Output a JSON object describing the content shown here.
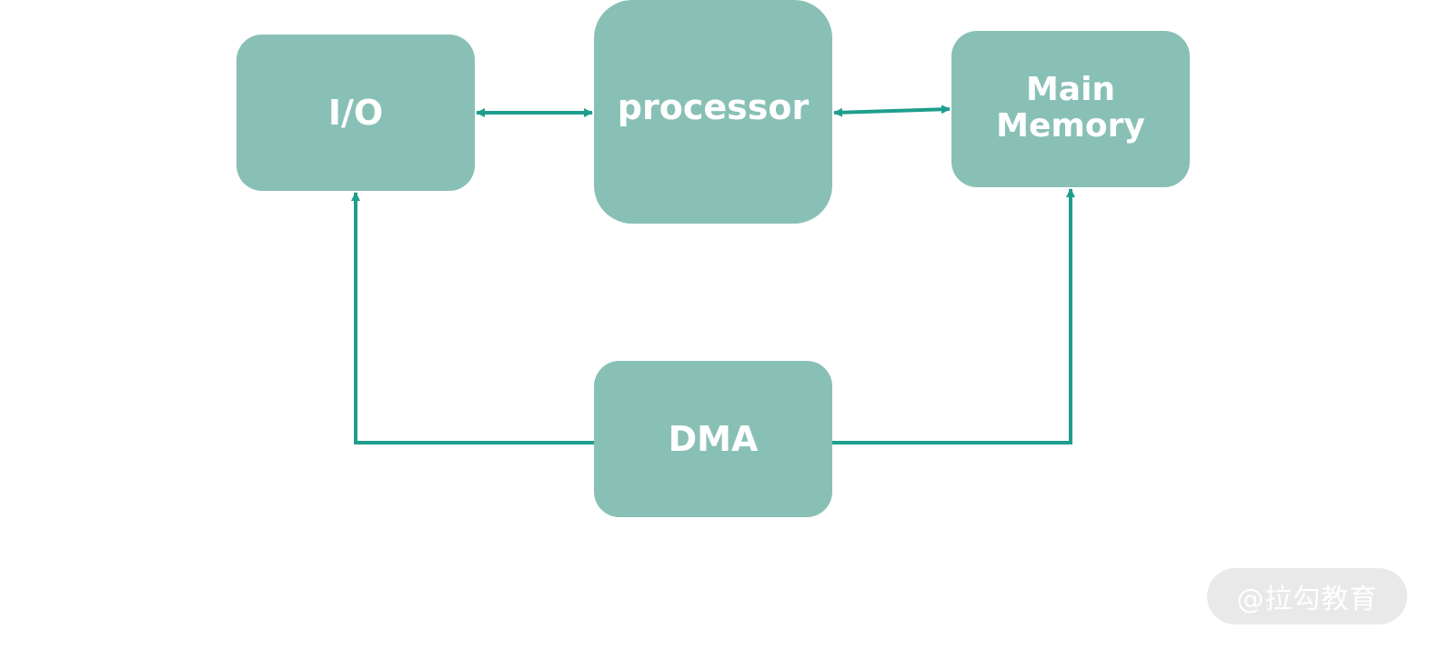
{
  "nodes": {
    "io": {
      "label": "I/O"
    },
    "processor": {
      "label": "processor"
    },
    "memory": {
      "label_line1": "Main",
      "label_line2": "Memory"
    },
    "dma": {
      "label": "DMA"
    }
  },
  "edges": [
    {
      "from": "io",
      "to": "processor",
      "direction": "both"
    },
    {
      "from": "processor",
      "to": "memory",
      "direction": "both"
    },
    {
      "from": "dma",
      "to": "io",
      "direction": "forward"
    },
    {
      "from": "dma",
      "to": "memory",
      "direction": "forward"
    }
  ],
  "colors": {
    "box_fill": "#89c0b6",
    "connector": "#1f9e8d",
    "text": "#ffffff",
    "watermark_bg": "#e9e9e9"
  },
  "watermark": {
    "text": "@拉勾教育"
  }
}
